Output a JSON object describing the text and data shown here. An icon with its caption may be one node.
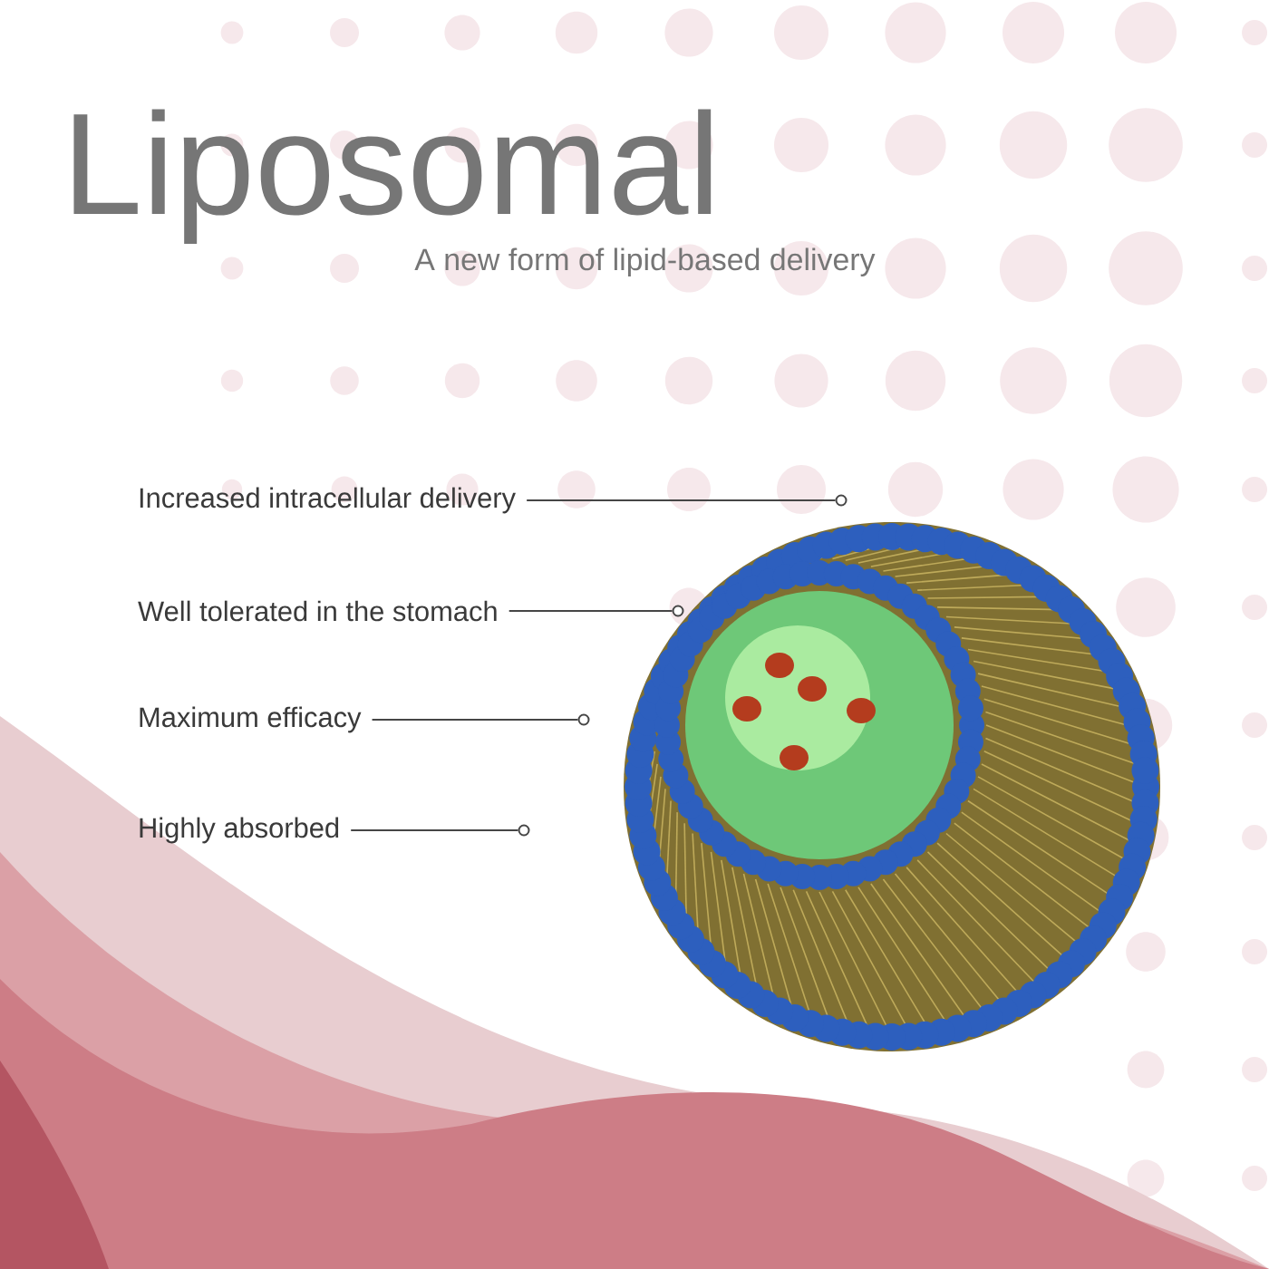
{
  "diagram": {
    "title": "Liposomal",
    "nodes": [
      {
        "text": [
          "Increased intracellular delivery"
        ]
      },
      {
        "text": [
          "Well tolerated in the stomach"
        ]
      },
      {
        "text": [
          "Maximum efficacy"
        ]
      },
      {
        "text": [
          "Highly absorbed"
        ]
      },
      {
        "text": [],
        "shape": "circle"
      },
      {
        "text": [],
        "shape": "circle"
      },
      {
        "text": [],
        "shape": "circle"
      },
      {
        "text": [],
        "shape": "circle"
      }
    ],
    "edges": [
      {
        "from": 0,
        "to": 4,
        "arrow": "none"
      },
      {
        "from": 1,
        "to": 5,
        "arrow": "none"
      },
      {
        "from": 2,
        "to": 6,
        "arrow": "none"
      },
      {
        "from": 3,
        "to": 7,
        "arrow": "none"
      }
    ],
    "labels": [
      "A new form of lipid-based delivery"
    ]
  }
}
